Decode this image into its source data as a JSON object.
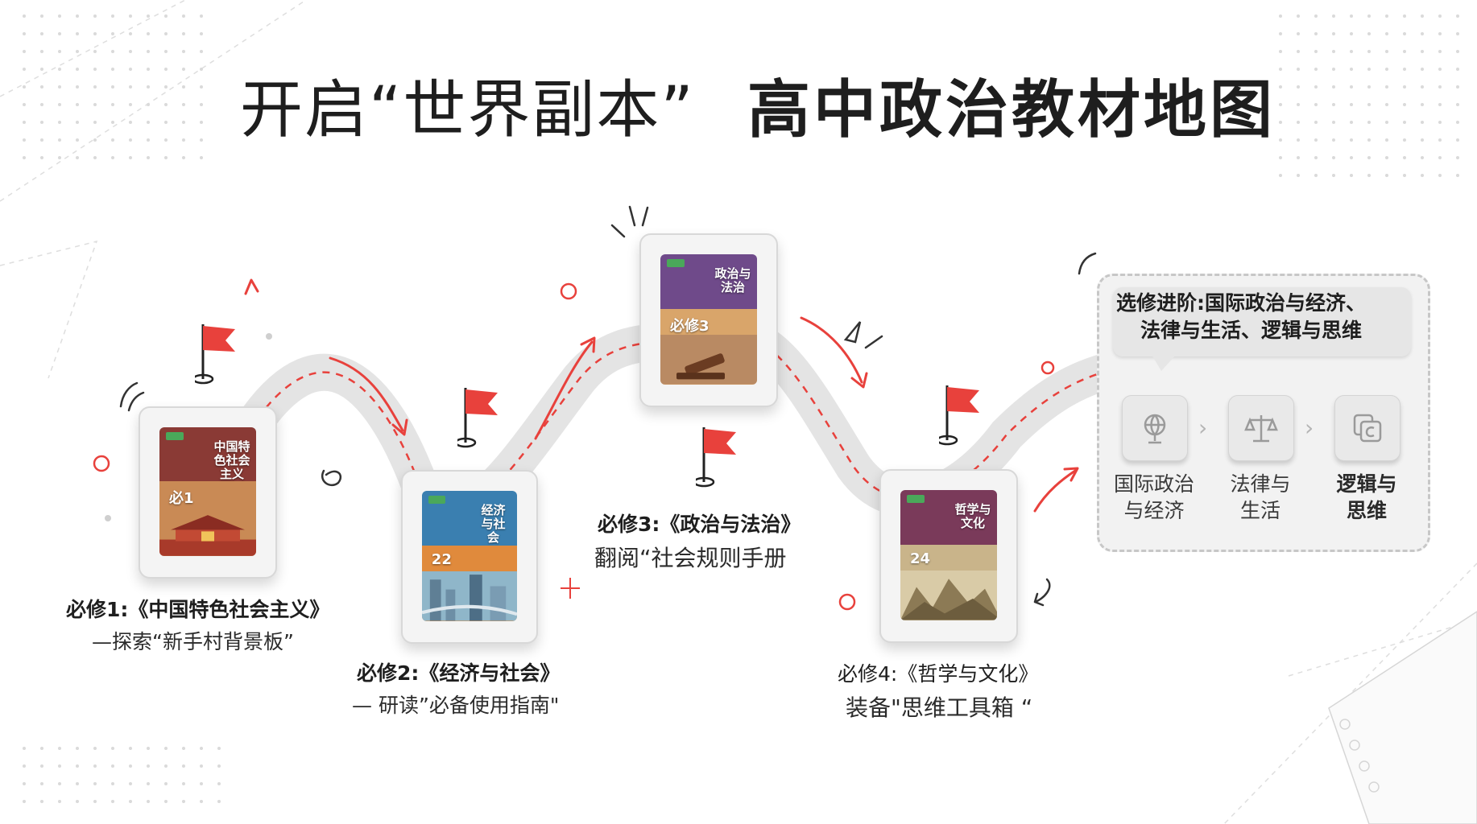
{
  "title": {
    "part1": "开启“世界副本”",
    "part2": "高中政治教材地图"
  },
  "books": [
    {
      "cover_title": "中国特色社会主义",
      "cover_num": "必1",
      "caption_title": "必修1:《中国特色社会主义》",
      "caption_sub": "—探索“新手村背景板”"
    },
    {
      "cover_title": "经济与社会",
      "cover_num": "22",
      "caption_title": "必修2:《经济与社会》",
      "caption_sub": "— 研读”必备使用指南\""
    },
    {
      "cover_title": "政治与法治",
      "cover_num": "必修3",
      "caption_title": "必修3:《政治与法治》",
      "caption_sub": "翻阅“社会规则手册"
    },
    {
      "cover_title": "哲学与文化",
      "cover_num": "24",
      "caption_title": "必修4:《哲学与文化》",
      "caption_sub": "装备\"思维工具箱 “"
    }
  ],
  "elective": {
    "title_line1": "选修进阶:国际政治与经济、",
    "title_line2": "法律与生活、逻辑与思维",
    "items": [
      {
        "icon": "globe-icon",
        "label_line1": "国际政治",
        "label_line2": "与经济"
      },
      {
        "icon": "scales-icon",
        "label_line1": "法律与",
        "label_line2": "生活"
      },
      {
        "icon": "copy-logic-icon",
        "label_line1": "逻辑与",
        "label_line2": "思维"
      }
    ],
    "separator": "›"
  },
  "colors": {
    "accent_red": "#e8413c",
    "path_gray": "#dcdcdc",
    "panel_gray": "#f2f2f2"
  }
}
